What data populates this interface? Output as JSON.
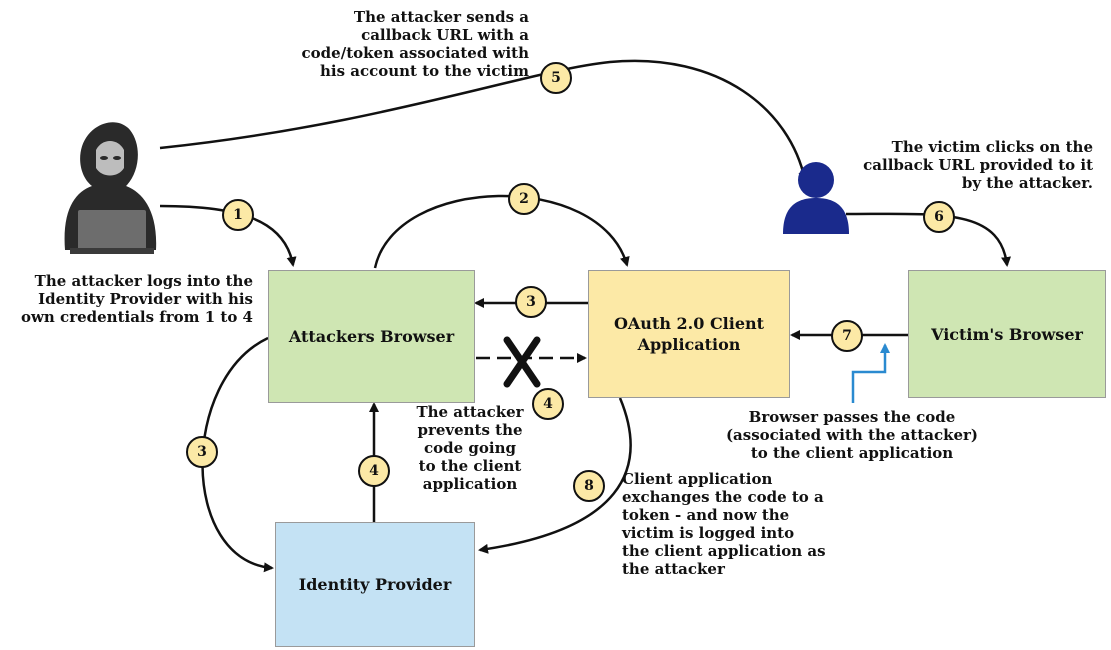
{
  "boxes": {
    "attackers_browser": "Attackers Browser",
    "oauth_client": "OAuth 2.0 Client\nApplication",
    "victims_browser": "Victim's Browser",
    "identity_provider": "Identity Provider"
  },
  "steps": {
    "s1": "1",
    "s2": "2",
    "s3a": "3",
    "s3b": "3",
    "s4a": "4",
    "s4b": "4",
    "s5": "5",
    "s6": "6",
    "s7": "7",
    "s8": "8"
  },
  "notes": {
    "attacker_sends": "The attacker sends a\ncallback URL with a\ncode/token associated with\nhis account to the victim",
    "attacker_logs_in": "The attacker logs into the\nIdentity Provider with his\nown credentials from 1 to 4",
    "victim_clicks": "The victim clicks on the\ncallback URL provided to it\nby the attacker.",
    "attacker_prevents": "The attacker\nprevents the\ncode going\nto the client\napplication",
    "browser_passes": "Browser passes the code\n(associated with the attacker)\nto the client application",
    "client_exchanges": "Client application\nexchanges the code to a\ntoken - and now the\nvictim is logged into\nthe client application as\nthe attacker"
  },
  "colors": {
    "green_box": "#cfe6b3",
    "yellow_box": "#fce9a6",
    "blue_box": "#c4e2f4",
    "victim_icon": "#1a2a8c",
    "highlight_arrow": "#2a8ad0"
  },
  "icons": {
    "attacker": "hooded-hacker-icon",
    "victim": "user-icon",
    "blocked": "x-mark-icon"
  }
}
